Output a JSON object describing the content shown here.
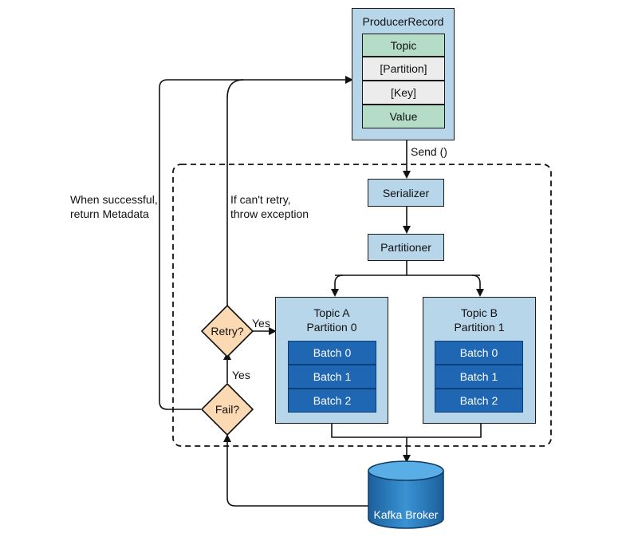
{
  "producer_record": {
    "title": "ProducerRecord",
    "fields": [
      "Topic",
      "[Partition]",
      "[Key]",
      "Value"
    ]
  },
  "send_label": "Send ()",
  "serializer": "Serializer",
  "partitioner": "Partitioner",
  "partitions": [
    {
      "line1": "Topic A",
      "line2": "Partition 0",
      "batches": [
        "Batch 0",
        "Batch 1",
        "Batch 2"
      ]
    },
    {
      "line1": "Topic B",
      "line2": "Partition 1",
      "batches": [
        "Batch 0",
        "Batch 1",
        "Batch 2"
      ]
    }
  ],
  "retry": "Retry?",
  "fail": "Fail?",
  "yes_label": "Yes",
  "success_label": [
    "When successful,",
    "return Metadata"
  ],
  "exception_label": [
    "If can't retry,",
    "throw exception"
  ],
  "broker": "Kafka Broker",
  "colors": {
    "light_blue": "#b7d6ea",
    "green_field": "#b4dcc6",
    "grey_field": "#ececec",
    "batch_blue": "#1f67b3",
    "decision_fill": "#fbd9b2",
    "broker_blue": "#2e84c6"
  }
}
